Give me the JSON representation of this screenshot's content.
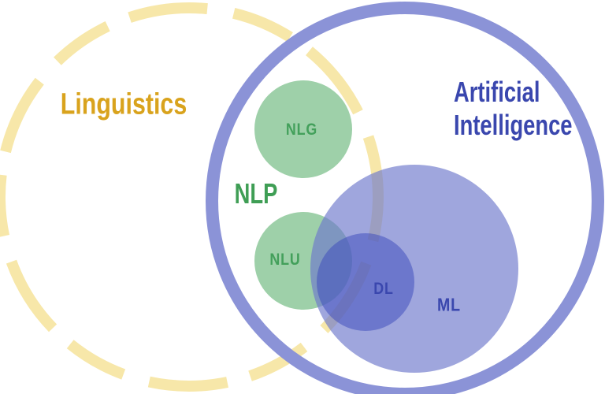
{
  "diagram": {
    "kind": "venn",
    "background_color": "#FFFFFF",
    "sets": {
      "linguistics": {
        "label": "Linguistics",
        "label_color": "#D9A31D",
        "circle_color": "#F7E7A9",
        "circle_style": "dashed outline"
      },
      "artificial_intelligence": {
        "label_line1": "Artificial",
        "label_line2": "Intelligence",
        "label_color": "#3A47AE",
        "circle_color": "#8B93D7",
        "circle_style": "solid outline"
      },
      "nlp": {
        "label": "NLP",
        "label_color": "#3F9E55"
      },
      "nlg": {
        "label": "NLG",
        "label_color": "#43A05B",
        "circle_color": "#9ED0A9",
        "circle_style": "filled"
      },
      "nlu": {
        "label": "NLU",
        "label_color": "#43A05B",
        "circle_color": "#9ED0A9",
        "circle_style": "filled"
      },
      "ml": {
        "label": "ML",
        "label_color": "#3A47AE",
        "circle_color": "#6D78CC",
        "circle_style": "filled translucent"
      },
      "dl": {
        "label": "DL",
        "label_color": "#3A47AE",
        "circle_color": "#3947BB",
        "circle_style": "filled translucent"
      }
    }
  }
}
